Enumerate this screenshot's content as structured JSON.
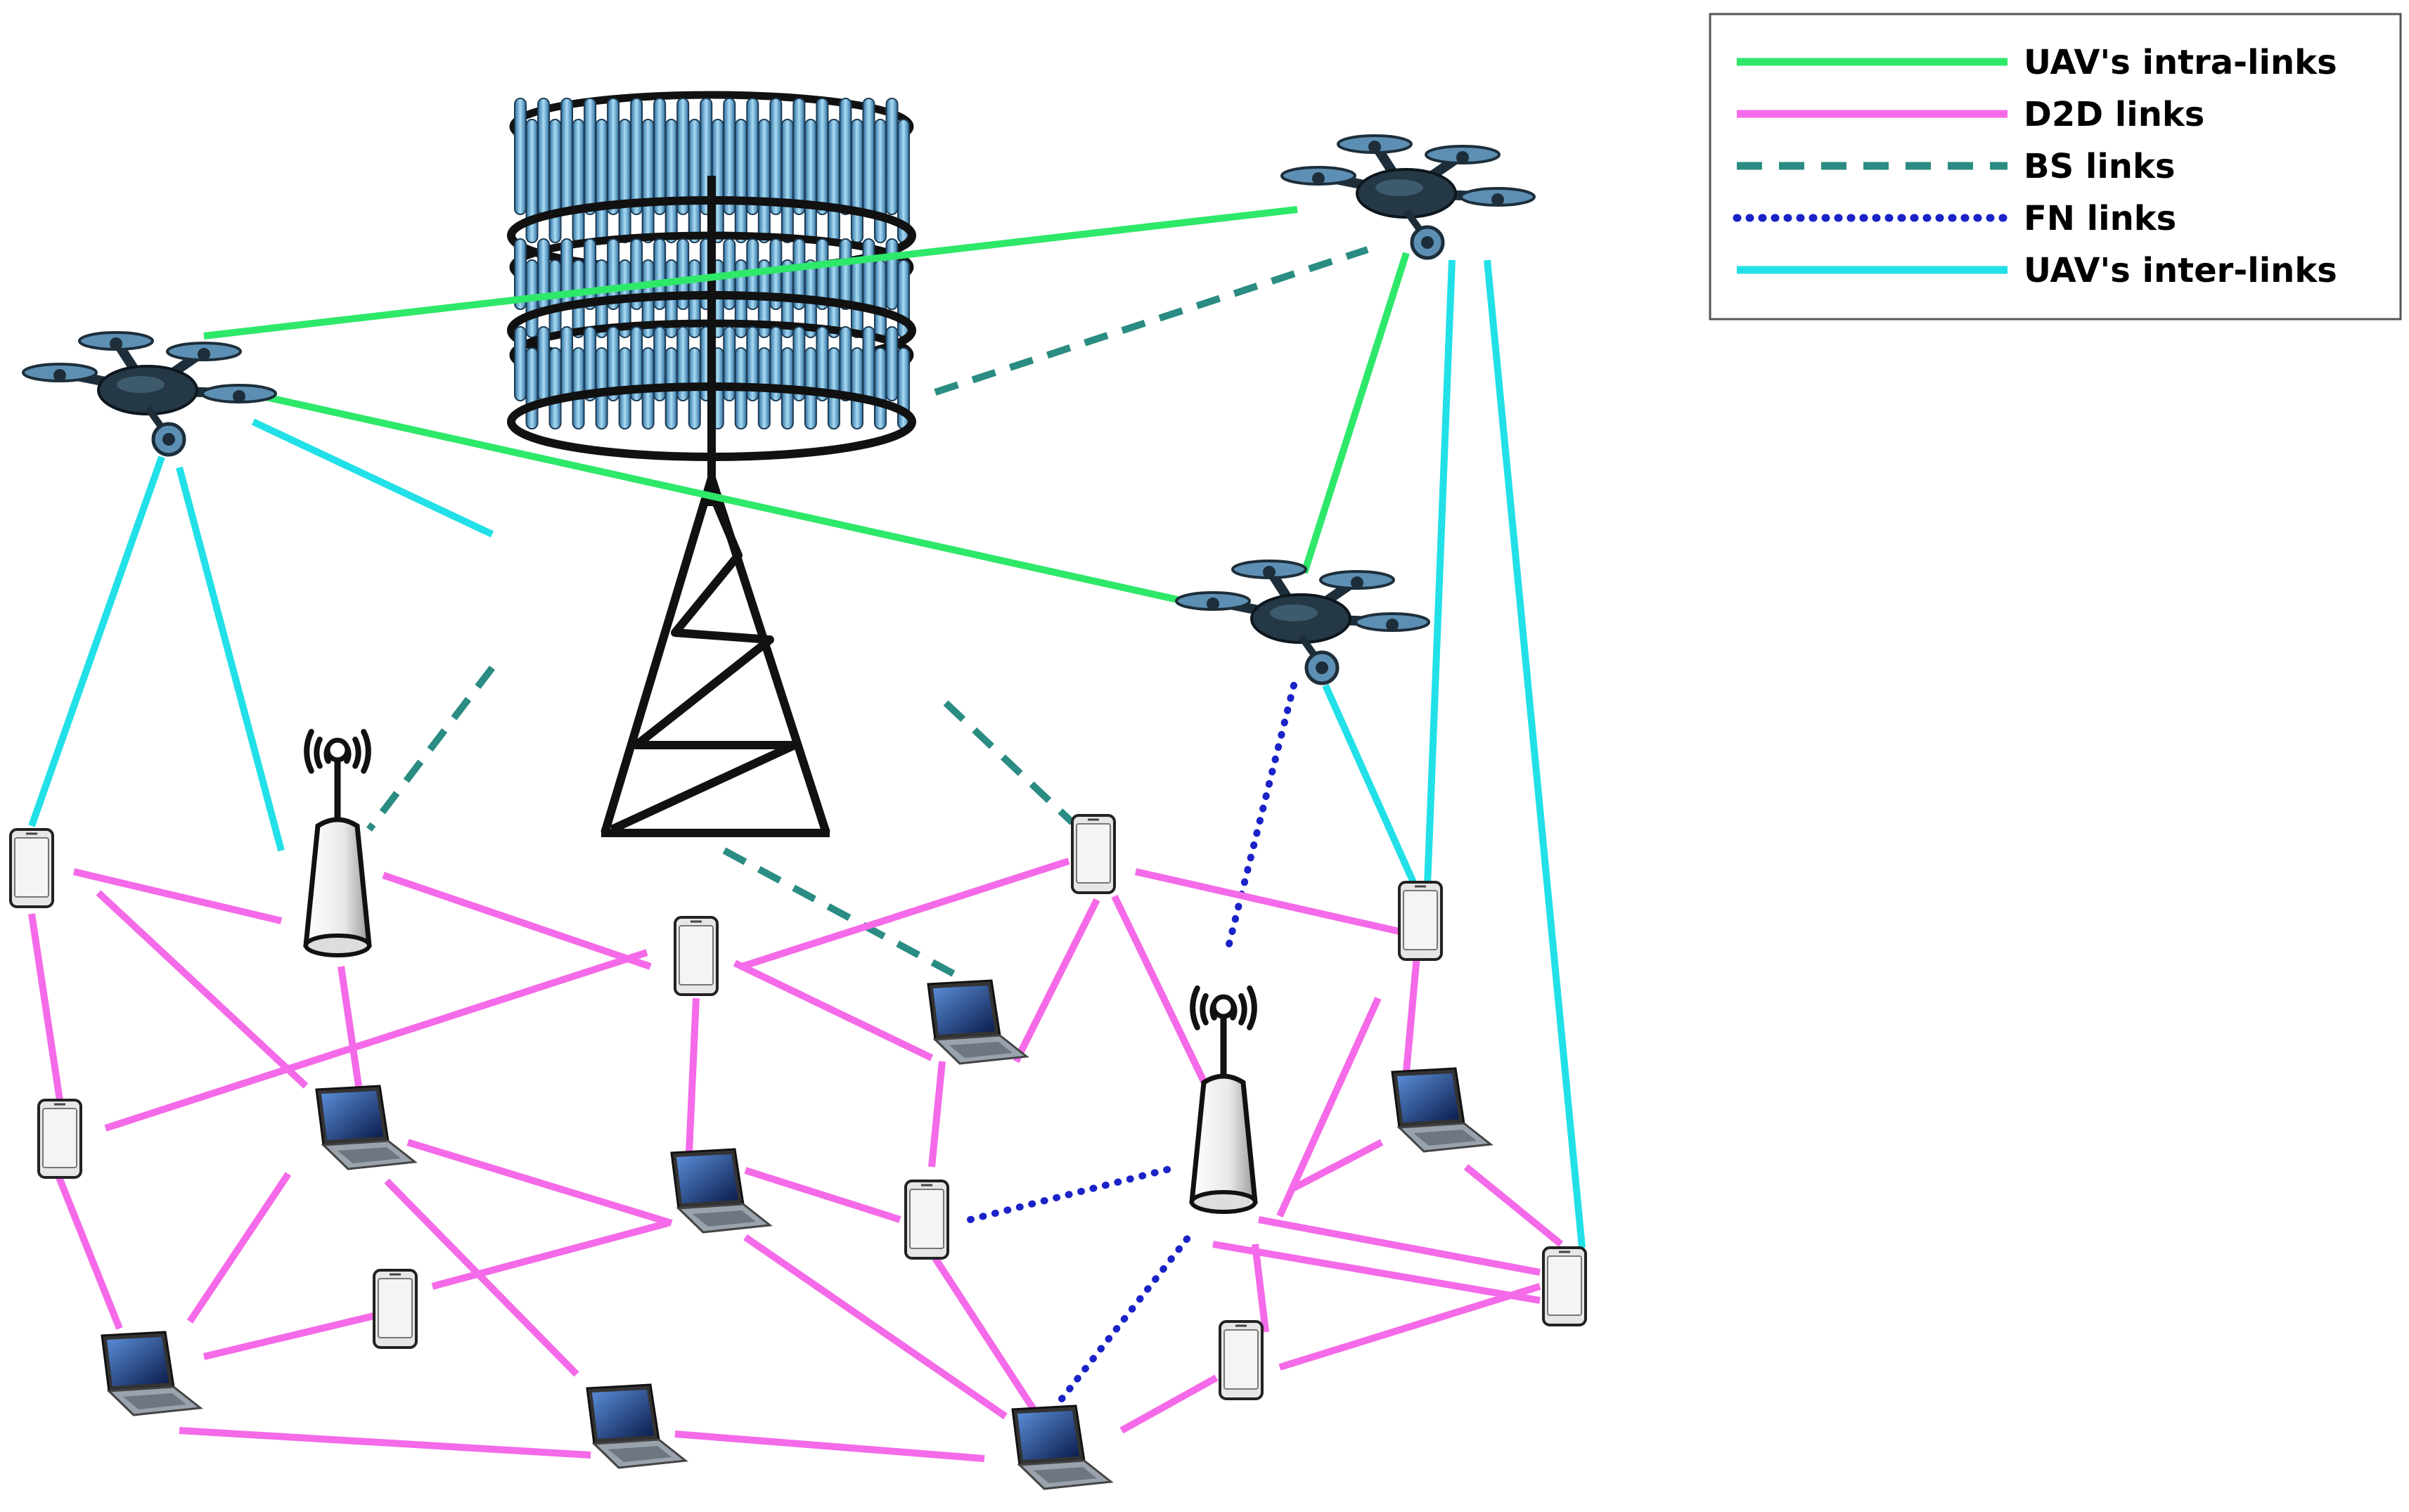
{
  "colors": {
    "uav_intra": "#2ee86a",
    "d2d": "#f46ae8",
    "bs": "#2a8c82",
    "fn": "#1a22c8",
    "uav_inter": "#22e0e8",
    "tower": "#111111",
    "antenna_light": "#8ec8ec",
    "antenna_dark": "#2f6f9f",
    "drone": "#1d2e3a",
    "device_fill": "#e6e6e6"
  },
  "legend": {
    "items": [
      {
        "label": "UAV's intra-links",
        "style": "solid",
        "color_key": "uav_intra"
      },
      {
        "label": "D2D links",
        "style": "solid",
        "color_key": "d2d"
      },
      {
        "label": "BS links",
        "style": "dashed",
        "color_key": "bs"
      },
      {
        "label": "FN links",
        "style": "dotted",
        "color_key": "fn"
      },
      {
        "label": "UAV's inter-links",
        "style": "solid",
        "color_key": "uav_inter"
      }
    ]
  },
  "nodes": {
    "base_station": {
      "icon": "cell-tower-icon"
    },
    "uavs": [
      {
        "id": "uav1",
        "icon": "drone-icon"
      },
      {
        "id": "uav2",
        "icon": "drone-icon"
      },
      {
        "id": "uav3",
        "icon": "drone-icon"
      }
    ],
    "fog_nodes": [
      {
        "id": "fn1",
        "icon": "wireless-router-icon"
      },
      {
        "id": "fn2",
        "icon": "wireless-router-icon"
      }
    ],
    "phones": [
      "p1",
      "p2",
      "p3",
      "p4",
      "p5",
      "p6",
      "p7",
      "p8",
      "p9"
    ],
    "laptops": [
      "l1",
      "l2",
      "l3",
      "l4",
      "l5",
      "l6",
      "l7",
      "l8"
    ]
  }
}
